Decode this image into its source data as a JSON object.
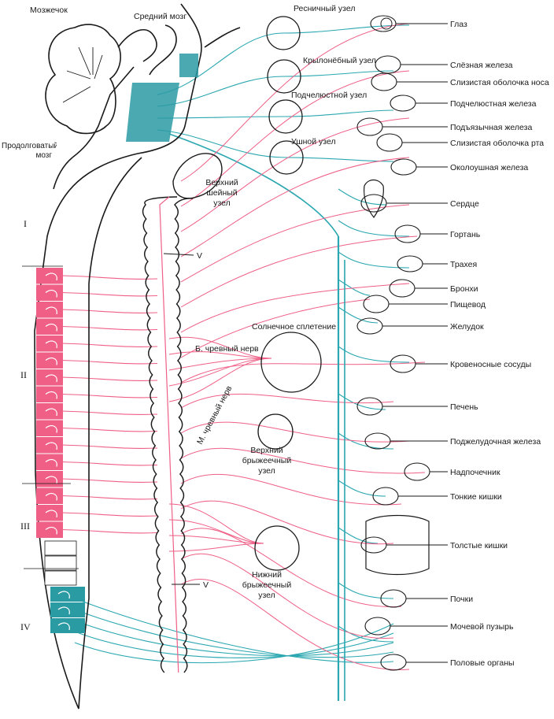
{
  "colors": {
    "parasympathetic": "#2aa7b0",
    "sympathetic": "#ef5f86",
    "segment_pink": "#ef5f86",
    "segment_teal": "#2a9aa3",
    "ink": "#1a1a1a"
  },
  "brain_labels": {
    "cerebellum": "Мозжечок",
    "midbrain": "Средний мозг",
    "medulla": "Продолговатый мозг"
  },
  "spinal_regions": [
    "I",
    "II",
    "III",
    "IV"
  ],
  "ganglia": {
    "ciliary": "Ресничный узел",
    "pterygopalatine": "Крылонёбный узел",
    "submandibular": "Подчелюстной узел",
    "otic": "Ушной узел",
    "superior_cervical": "Верхний шейный узел",
    "solar_plexus": "Солнечное сплетение",
    "superior_mesenteric": "Верхний брыжеечный узел",
    "inferior_mesenteric": "Нижний брыжеечный узел"
  },
  "nerves": {
    "greater_splanchnic": "Б. чревный нерв",
    "lesser_splanchnic": "М. чревный нерв",
    "trunk_mark": "V"
  },
  "organs": [
    "Глаз",
    "Слёзная железа",
    "Слизистая оболочка носа",
    "Подчелюстная железа",
    "Подъязычная железа",
    "Слизистая оболочка рта",
    "Околоушная железа",
    "Сердце",
    "Гортань",
    "Трахея",
    "Бронхи",
    "Пищевод",
    "Желудок",
    "Кровеносные сосуды",
    "Печень",
    "Поджелудочная железа",
    "Надпочечник",
    "Тонкие кишки",
    "Толстые кишки",
    "Почки",
    "Мочевой пузырь",
    "Половые органы"
  ]
}
